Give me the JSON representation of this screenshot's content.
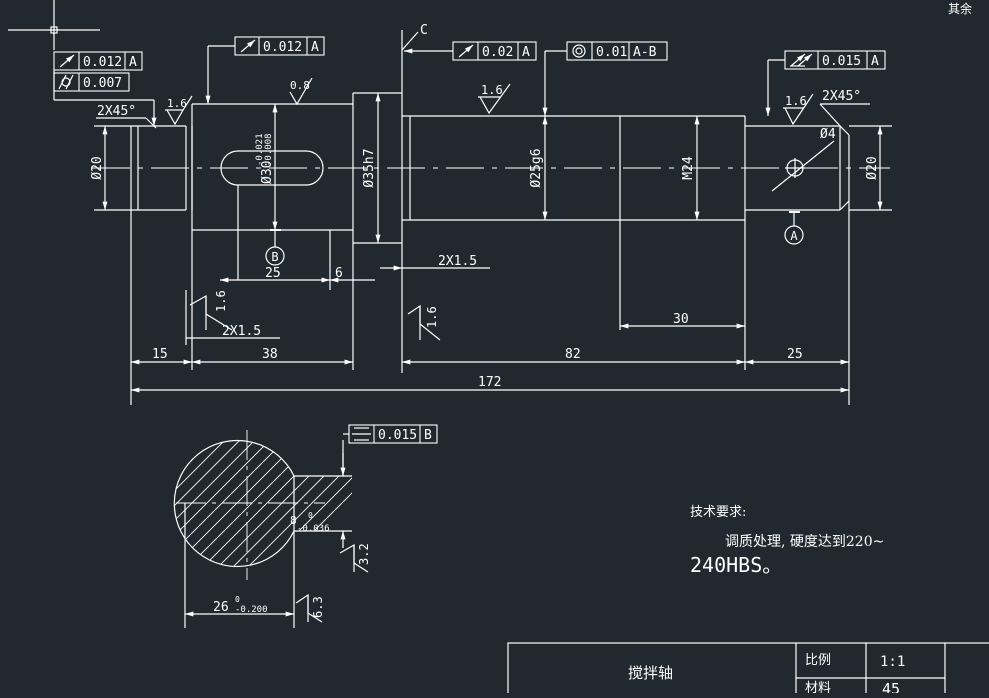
{
  "colors": {
    "background": "#212830",
    "line": "#ffffff"
  },
  "corner_note": "其余",
  "datums": {
    "c": "C",
    "a": "A",
    "b": "B"
  },
  "fcf": {
    "runout_left": {
      "value": "0.012",
      "ref": "A"
    },
    "cylindricity_left": {
      "value": "0.007"
    },
    "runout_keyseat": {
      "value": "0.012",
      "ref": "A"
    },
    "runout_shoulder": {
      "value": "0.02",
      "ref": "A"
    },
    "concentricity": {
      "value": "0.01",
      "ref": "A-B"
    },
    "total_runout_right": {
      "value": "0.015",
      "ref": "A"
    },
    "symmetry": {
      "value": "0.015",
      "ref": "B"
    }
  },
  "dims": {
    "chamfer_left": "2X45°",
    "chamfer_right": "2X45°",
    "dia_left_end": "Ø20",
    "dia_right_end": "Ø20",
    "dia_35": "Ø35h7",
    "dia_25": "Ø25g6",
    "thread": "M24",
    "dia_center_hole": "Ø4",
    "len_15": "15",
    "len_38": "38",
    "len_82": "82",
    "len_25": "25",
    "len_172": "172",
    "len_30": "30",
    "key_len_25": "25",
    "key_gap_6": "6",
    "undercut_left": "2X1.5",
    "undercut_mid": "2X1.5",
    "dia30_base": "Ø30",
    "dia30_tol_up": "-0.021",
    "dia30_tol_low": "-0.008",
    "sec_width_base": "8",
    "sec_width_tol_up": "0",
    "sec_width_tol_low": "-0.036",
    "sec_depth_base": "26",
    "sec_depth_tol_up": "0",
    "sec_depth_tol_low": "-0.200"
  },
  "roughness": {
    "r_left_face": "1.6",
    "r_keyseat": "0.8",
    "r_25": "1.6",
    "r_right": "1.6",
    "r_left_rot": "1.6",
    "r_mid_rot": "1.6",
    "r_sec_32": "3.2",
    "r_sec_63": "6.3"
  },
  "tech": {
    "heading": "技术要求:",
    "line1": "调质处理, 硬度达到220~",
    "line2": "240HBS。"
  },
  "title_block": {
    "part_name": "搅拌轴",
    "scale_label": "比例",
    "scale_value": "1:1",
    "material_label": "材料",
    "material_value": "45"
  }
}
